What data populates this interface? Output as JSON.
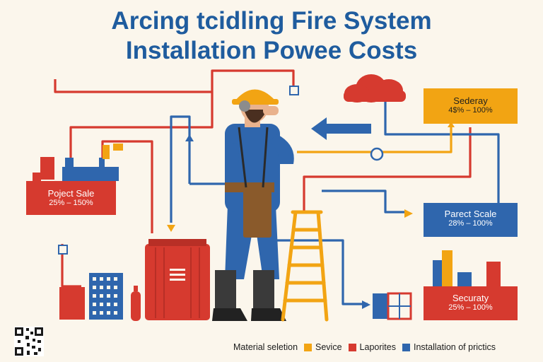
{
  "title": {
    "line1": "Arcing tcidling Fire System",
    "line2": "Installation Powee Costs"
  },
  "boxes": {
    "left": {
      "name": "Poject Sale",
      "range": "25% – 150%"
    },
    "top_right": {
      "name": "Sederay",
      "range": "4$% – 100%"
    },
    "mid_right": {
      "name": "Parect Scale",
      "range": "28% – 100%"
    },
    "bottom_right": {
      "name": "Securaty",
      "range": "25% – 100%"
    }
  },
  "legend": [
    {
      "label": "Material seletion",
      "color": ""
    },
    {
      "label": "Sevice",
      "color": "#f2a413"
    },
    {
      "label": "Laporites",
      "color": "#d63a2f"
    },
    {
      "label": "Installation of prictics",
      "color": "#2f66ad"
    }
  ],
  "colors": {
    "blue": "#2f66ad",
    "red": "#d63a2f",
    "orange": "#f2a413",
    "title": "#1f5c9e"
  }
}
